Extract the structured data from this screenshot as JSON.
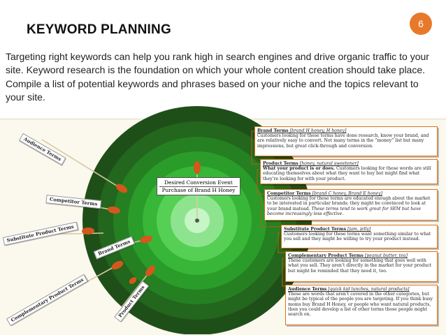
{
  "slide": {
    "number": "6",
    "title": "KEYWORD PLANNING"
  },
  "intro": "Targeting right keywords can help you rank high in search engines and drive organic traffic to your site. Keyword research is the foundation on which your whole content creation should take place. Compile a list of potential keywords and phrases based on your niche and the topics relevant to your site.",
  "target": {
    "label_top": "Desired Conversion Event",
    "label_bottom": "Purchase of Brand H Honey",
    "colors": [
      "#1f5a1a",
      "#226f1c",
      "#258a22",
      "#2aa52a",
      "#38bd38",
      "#5cd75c",
      "#8ee98e",
      "#c6f5c6"
    ]
  },
  "dart_tags": [
    {
      "id": "audience",
      "text": "Audience Terms"
    },
    {
      "id": "competitor",
      "text": "Competitor Terms"
    },
    {
      "id": "substitute",
      "text": "Substitute Product Terms"
    },
    {
      "id": "brand",
      "text": "Brand Terms"
    },
    {
      "id": "complementary",
      "text": "Complementary Product Terms"
    },
    {
      "id": "product",
      "text": "Product Terms"
    }
  ],
  "boxes": [
    {
      "head": "Brand Terms",
      "example": "[brand H honey, H honey]",
      "body": "Customers looking for these terms have done research, know your brand, and are relatively easy to convert. Not many terms in the “money” list but many impressions, but great click-through and conversion."
    },
    {
      "head": "Product Terms",
      "example": "[honey, natural sweetener]",
      "lead": "What your product is or does.",
      "body": " Customers looking for these words are still educating themselves about what they want to buy but might find what they’re looking for with your product."
    },
    {
      "head": "Competitor Terms",
      "example": "[brand C honey, Brand E honey]",
      "body": "Customers looking for these terms are educated enough about the market to be interested in particular brands; they might be convinced to look at your brand instead. ",
      "tail": "These terms tend to work great for SEM but have become increasingly less effective."
    },
    {
      "head": "Substitute Product Terms",
      "example": "[jam, jelly]",
      "body": "Customers looking for these terms want something similar to what you sell and they might be willing to try your product instead."
    },
    {
      "head": "Complementary Product Terms",
      "example": "[peanut butter, tea]",
      "body": "These customers are looking for something that goes well with what you sell. They aren’t directly in the market for your product but might be reminded that they need it, too."
    },
    {
      "head": "Audience Terms",
      "example": "[quick kid lunches, natural products]",
      "body": "These are words that aren’t covered in the other categories, but might be typical of the people you are targeting. If you think busy moms buy Brand H Honey, or people who want natural products, then you could develop a list of other terms those people might search on."
    }
  ]
}
